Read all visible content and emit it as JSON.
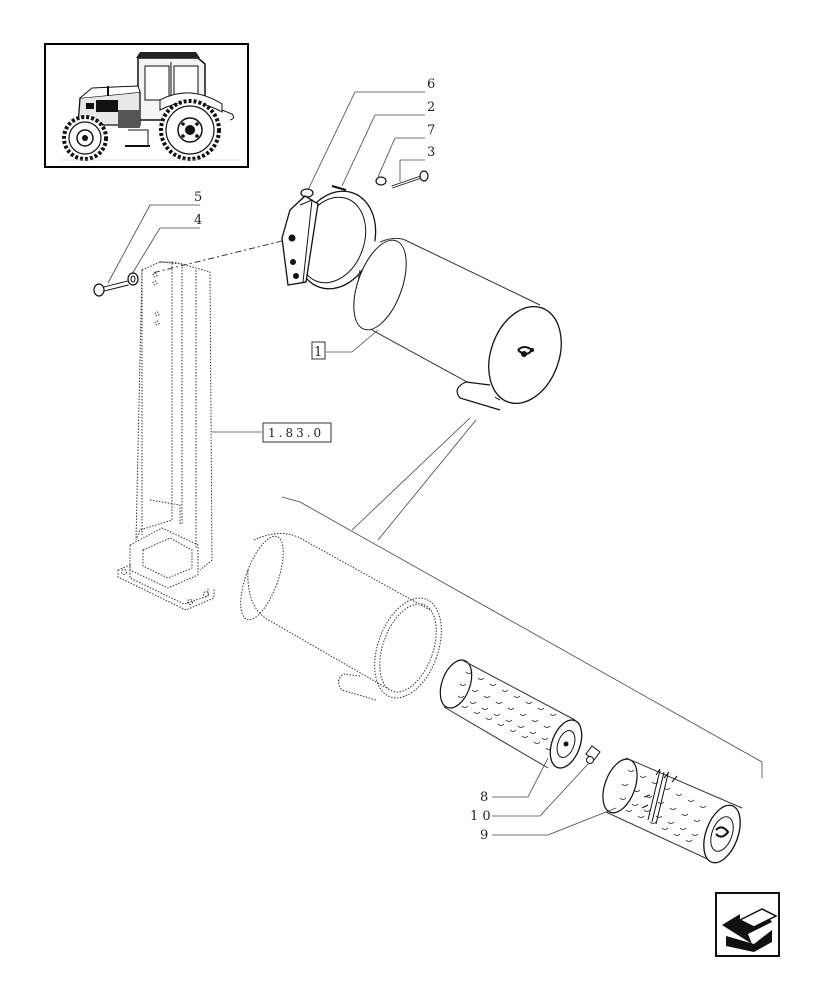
{
  "diagram": {
    "callouts": {
      "c1": "1",
      "c2": "2",
      "c3": "3",
      "c4": "4",
      "c5": "5",
      "c6": "6",
      "c7": "7",
      "c8": "8",
      "c9": "9",
      "c10": "1 0"
    },
    "reference_label": "1.83.0"
  },
  "navigation": {
    "back_icon": "back-arrow-icon"
  }
}
